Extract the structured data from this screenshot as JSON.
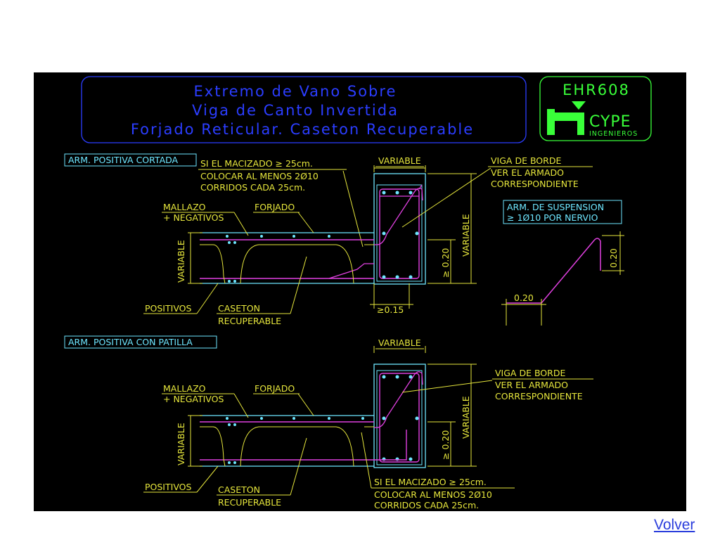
{
  "title": {
    "line1": "Extremo de Vano Sobre",
    "line2": "Viga de Canto Invertida",
    "line3": "Forjado Reticular. Caseton Recuperable"
  },
  "logo": {
    "code": "EHR608",
    "brand": "CYPE",
    "sub": "INGENIEROS"
  },
  "top_detail": {
    "heading": "ARM. POSITIVA CORTADA",
    "macizado_note": [
      "SI EL MACIZADO ≥ 25cm.",
      "COLOCAR AL MENOS 2Ø10",
      "CORRIDOS CADA 25cm."
    ],
    "variable_top": "VARIABLE",
    "viga_note": [
      "VIGA DE BORDE",
      "VER EL ARMADO",
      "CORRESPONDIENTE"
    ],
    "mallazo": [
      "MALLAZO",
      "+ NEGATIVOS"
    ],
    "forjado": "FORJADO",
    "variable_left": "VARIABLE",
    "dim_020": "≥ 0.20",
    "variable_right": "VARIABLE",
    "positivos": "POSITIVOS",
    "caseton": [
      "CASETON",
      "RECUPERABLE"
    ],
    "dim_015": "≥0.15"
  },
  "suspension_detail": {
    "note": [
      "ARM. DE SUSPENSION",
      "≥ 1Ø10 POR NERVIO"
    ],
    "dim_h": "0.20",
    "dim_v": "0.20"
  },
  "bottom_detail": {
    "heading": "ARM. POSITIVA CON PATILLA",
    "variable_top": "VARIABLE",
    "viga_note": [
      "VIGA DE BORDE",
      "VER EL ARMADO",
      "CORRESPONDIENTE"
    ],
    "mallazo": [
      "MALLAZO",
      "+ NEGATIVOS"
    ],
    "forjado": "FORJADO",
    "variable_left": "VARIABLE",
    "dim_020": "≥ 0.20",
    "variable_right": "VARIABLE",
    "positivos": "POSITIVOS",
    "caseton": [
      "CASETON",
      "RECUPERABLE"
    ],
    "macizado_note": [
      "SI EL MACIZADO ≥ 25cm.",
      "COLOCAR AL MENOS 2Ø10",
      "CORRIDOS CADA 25cm."
    ]
  },
  "nav": {
    "back_label": "Volver"
  },
  "colors": {
    "background": "#000000",
    "title": "#2b3dff",
    "dimension": "#e6e63c",
    "concrete": "#6ee6ff",
    "rebar": "#e040e0",
    "logo": "#39ff39"
  }
}
